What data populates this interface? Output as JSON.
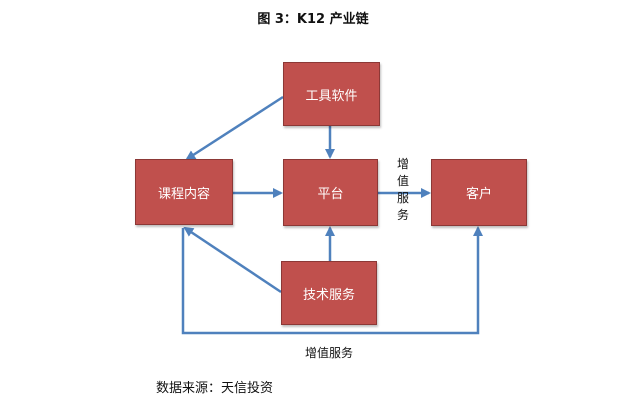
{
  "title": "图 3：K12 产业链",
  "nodes": {
    "tools_software": "工具软件",
    "course_content": "课程内容",
    "platform": "平台",
    "customer": "客户",
    "tech_service": "技术服务"
  },
  "labels": {
    "value_added_vertical": [
      "增",
      "值",
      "服",
      "务"
    ],
    "value_added_bottom": "增值服务"
  },
  "source": "数据来源：天信投资",
  "colors": {
    "box_fill": "#c0504d",
    "box_border": "#8c3836",
    "arrow": "#4f81bd"
  }
}
